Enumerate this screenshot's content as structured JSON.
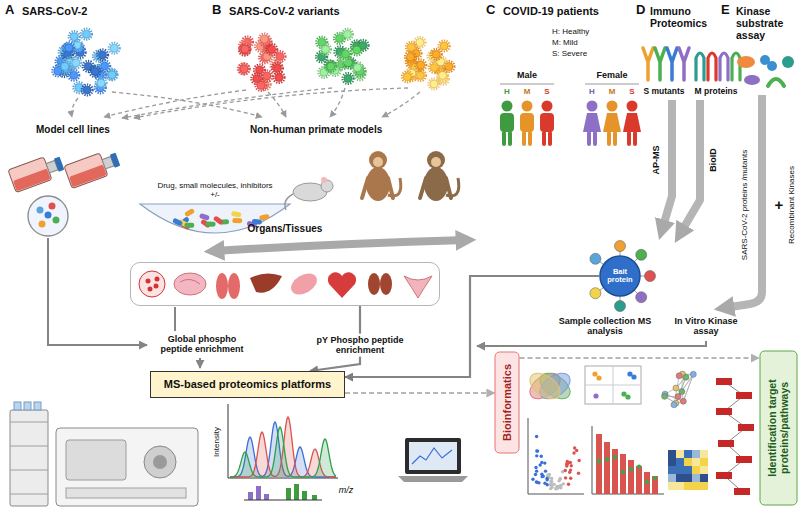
{
  "diagram": {
    "nodes": [
      {
        "text": [
          "Organs/Tissues"
        ]
      },
      {
        "text": [
          "Bait protein"
        ]
      },
      {
        "text": [
          "MS-based proteomics platforms"
        ]
      },
      {
        "text": [
          "Bioinformatics"
        ]
      },
      {
        "text": [
          "Identification target proteins/pathways"
        ]
      }
    ],
    "edges": [
      {
        "from": 0,
        "to": 2,
        "label": "pY Phospho peptide enrichment",
        "arrow": "to"
      },
      {
        "from": 1,
        "to": 2,
        "arrow": "to"
      },
      {
        "from": 2,
        "to": 3,
        "arrow": "to"
      },
      {
        "from": 3,
        "to": 4,
        "arrow": "to"
      }
    ],
    "labels": [
      "A",
      "SARS-CoV-2",
      "B",
      "SARS-CoV-2 variants",
      "C",
      "COVID-19 patients",
      "D",
      "Immuno Proteomics",
      "E",
      "Kinase substrate assay",
      "H: Healthy",
      "M: Mild",
      "S: Severe",
      "Male",
      "Female",
      "H",
      "M",
      "S",
      "H",
      "M",
      "S",
      "S mutants",
      "M proteins",
      "AP-MS",
      "BioID",
      "SARS-CoV-2 proteins /mutants",
      "+",
      "Recombinant Kinases",
      "Sample collection MS analysis",
      "In Vitro Kinase assay",
      "Model cell lines",
      "Non-human primate models",
      "Drug, small molecules, inhibitors +/-",
      "Global phospho peptide enrichment",
      "Intensity",
      "m/z"
    ]
  }
}
